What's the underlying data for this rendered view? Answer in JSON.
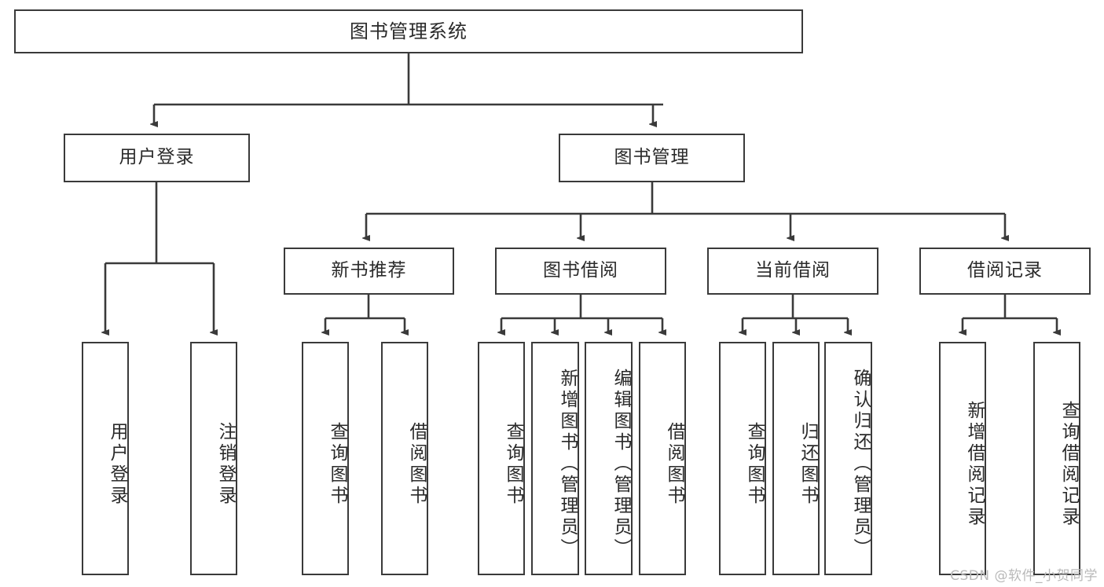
{
  "diagram": {
    "title": "图书管理系统",
    "watermark": "CSDN @软件_小贺同学",
    "line_color": "#3a3a3a",
    "box_fill": "#ffffff",
    "text_color": "#2a2a2a",
    "levels": {
      "level1": "图书管理系统",
      "level2": [
        "用户登录",
        "图书管理"
      ],
      "level3": [
        "新书推荐",
        "图书借阅",
        "当前借阅",
        "借阅记录"
      ]
    },
    "nodes": {
      "root": {
        "label": "图书管理系统"
      },
      "user_login": {
        "label": "用户登录"
      },
      "book_manage": {
        "label": "图书管理"
      },
      "new_book_rec": {
        "label": "新书推荐"
      },
      "book_borrow": {
        "label": "图书借阅"
      },
      "current_borrow": {
        "label": "当前借阅"
      },
      "borrow_record": {
        "label": "借阅记录"
      }
    },
    "leaves": {
      "user_login_children": [
        {
          "label": "用户登录"
        },
        {
          "label": "注销登录"
        }
      ],
      "new_book_rec_children": [
        {
          "label": "查询图书"
        },
        {
          "label": "借阅图书"
        }
      ],
      "book_borrow_children": [
        {
          "label": "查询图书"
        },
        {
          "label": "新增图书（管理员）"
        },
        {
          "label": "编辑图书（管理员）"
        },
        {
          "label": "借阅图书"
        }
      ],
      "current_borrow_children": [
        {
          "label": "查询图书"
        },
        {
          "label": "归还图书"
        },
        {
          "label": "确认归还（管理员）"
        }
      ],
      "borrow_record_children": [
        {
          "label": "新增借阅记录"
        },
        {
          "label": "查询借阅记录"
        }
      ]
    }
  }
}
